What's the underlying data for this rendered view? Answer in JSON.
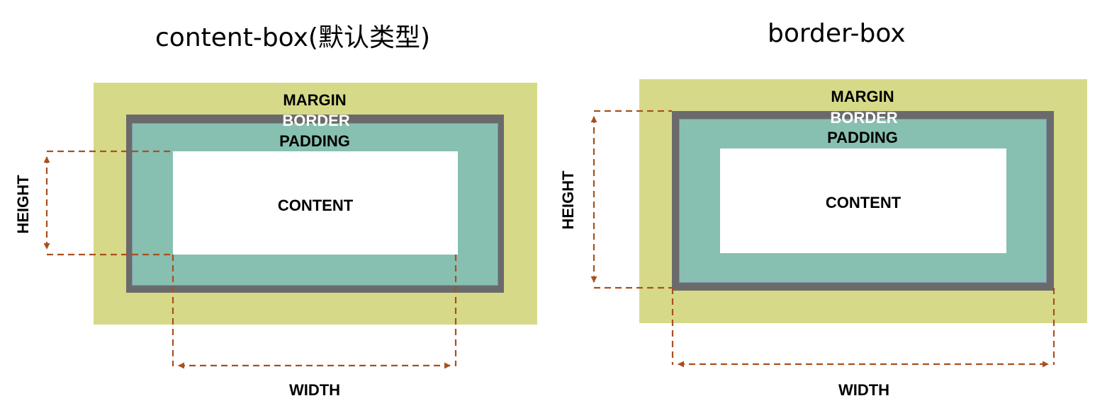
{
  "colors": {
    "margin": "#d6da88",
    "border": "#6b6a6b",
    "padding": "#87c0b0",
    "content": "#ffffff",
    "dimension_line": "#a8501f"
  },
  "diagrams": [
    {
      "title": "content-box(默认类型)",
      "labels": {
        "margin": "MARGIN",
        "border": "BORDER",
        "padding": "PADDING",
        "content": "CONTENT",
        "height": "HEIGHT",
        "width": "WIDTH"
      }
    },
    {
      "title": "border-box",
      "labels": {
        "margin": "MARGIN",
        "border": "BORDER",
        "padding": "PADDING",
        "content": "CONTENT",
        "height": "HEIGHT",
        "width": "WIDTH"
      }
    }
  ]
}
